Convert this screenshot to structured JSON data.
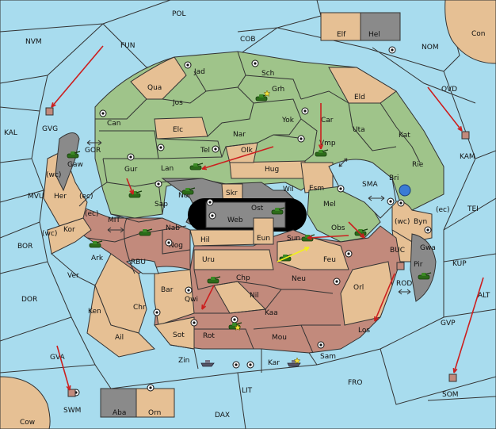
{
  "map": {
    "provinces": [
      {
        "id": "pol",
        "label": "POL"
      },
      {
        "id": "nvm",
        "label": "NVM"
      },
      {
        "id": "fun",
        "label": "FUN"
      },
      {
        "id": "cob",
        "label": "COB"
      },
      {
        "id": "elf",
        "label": "Elf"
      },
      {
        "id": "hel",
        "label": "Hel"
      },
      {
        "id": "con",
        "label": "Con"
      },
      {
        "id": "nom",
        "label": "NOM"
      },
      {
        "id": "ovd",
        "label": "OVD"
      },
      {
        "id": "kal",
        "label": "KAL"
      },
      {
        "id": "gvg",
        "label": "GVG"
      },
      {
        "id": "kam",
        "label": "KAM"
      },
      {
        "id": "gor",
        "label": "GOR"
      },
      {
        "id": "gaw",
        "label": "Gaw"
      },
      {
        "id": "mvu",
        "label": "MVU"
      },
      {
        "id": "her",
        "label": "Her"
      },
      {
        "id": "kor",
        "label": "Kor"
      },
      {
        "id": "bor",
        "label": "BOR"
      },
      {
        "id": "mit",
        "label": "MIT"
      },
      {
        "id": "ark",
        "label": "Ark"
      },
      {
        "id": "ver",
        "label": "Ver"
      },
      {
        "id": "dor",
        "label": "DOR"
      },
      {
        "id": "rbu",
        "label": "RBU"
      },
      {
        "id": "ken",
        "label": "Ken"
      },
      {
        "id": "ail",
        "label": "Ail"
      },
      {
        "id": "gva",
        "label": "GVA"
      },
      {
        "id": "swm",
        "label": "SWM"
      },
      {
        "id": "cow",
        "label": "Cow"
      },
      {
        "id": "aba",
        "label": "Aba"
      },
      {
        "id": "orn",
        "label": "Orn"
      },
      {
        "id": "dax",
        "label": "DAX"
      },
      {
        "id": "lit",
        "label": "LIT"
      },
      {
        "id": "fro",
        "label": "FRO"
      },
      {
        "id": "som",
        "label": "SOM"
      },
      {
        "id": "gvp",
        "label": "GVP"
      },
      {
        "id": "alt",
        "label": "ALT"
      },
      {
        "id": "kup",
        "label": "KUP"
      },
      {
        "id": "tei",
        "label": "TEI"
      },
      {
        "id": "buc",
        "label": "BUC"
      },
      {
        "id": "rod",
        "label": "ROD"
      },
      {
        "id": "pir",
        "label": "Pir"
      },
      {
        "id": "gwa",
        "label": "Gwa"
      },
      {
        "id": "byn",
        "label": "Byn"
      },
      {
        "id": "sma",
        "label": "SMA"
      },
      {
        "id": "bri",
        "label": "Bri"
      },
      {
        "id": "rie",
        "label": "Rie"
      },
      {
        "id": "kat",
        "label": "Kat"
      },
      {
        "id": "uta",
        "label": "Uta"
      },
      {
        "id": "eld",
        "label": "Eld"
      },
      {
        "id": "car",
        "label": "Car"
      },
      {
        "id": "vmp",
        "label": "Vmp"
      },
      {
        "id": "yok",
        "label": "Yok"
      },
      {
        "id": "grh",
        "label": "Grh"
      },
      {
        "id": "sch",
        "label": "Sch"
      },
      {
        "id": "jad",
        "label": "Jad"
      },
      {
        "id": "qua",
        "label": "Qua"
      },
      {
        "id": "jos",
        "label": "Jos"
      },
      {
        "id": "can",
        "label": "Can"
      },
      {
        "id": "elc",
        "label": "Elc"
      },
      {
        "id": "nar",
        "label": "Nar"
      },
      {
        "id": "olk",
        "label": "Olk"
      },
      {
        "id": "tel",
        "label": "Tel"
      },
      {
        "id": "lan",
        "label": "Lan"
      },
      {
        "id": "gur",
        "label": "Gur"
      },
      {
        "id": "hug",
        "label": "Hug"
      },
      {
        "id": "wil",
        "label": "Wil"
      },
      {
        "id": "esm",
        "label": "Esm"
      },
      {
        "id": "nor",
        "label": "Nor"
      },
      {
        "id": "sap",
        "label": "Sap"
      },
      {
        "id": "skr",
        "label": "Skr"
      },
      {
        "id": "ost",
        "label": "Ost"
      },
      {
        "id": "web",
        "label": "Web"
      },
      {
        "id": "mel",
        "label": "Mel"
      },
      {
        "id": "obs",
        "label": "Obs"
      },
      {
        "id": "nab",
        "label": "Nab"
      },
      {
        "id": "hil",
        "label": "Hil"
      },
      {
        "id": "eun",
        "label": "Eun"
      },
      {
        "id": "sun",
        "label": "Sun"
      },
      {
        "id": "nog",
        "label": "Nog"
      },
      {
        "id": "uru",
        "label": "Uru"
      },
      {
        "id": "feu",
        "label": "Feu"
      },
      {
        "id": "bar",
        "label": "Bar"
      },
      {
        "id": "qwi",
        "label": "Qwi"
      },
      {
        "id": "chp",
        "label": "Chp"
      },
      {
        "id": "neu",
        "label": "Neu"
      },
      {
        "id": "orl",
        "label": "Orl"
      },
      {
        "id": "nil",
        "label": "Nil"
      },
      {
        "id": "chr",
        "label": "Chr"
      },
      {
        "id": "kaa",
        "label": "Kaa"
      },
      {
        "id": "sot",
        "label": "Sot"
      },
      {
        "id": "rot",
        "label": "Rot"
      },
      {
        "id": "mou",
        "label": "Mou"
      },
      {
        "id": "los",
        "label": "Los"
      },
      {
        "id": "zin",
        "label": "Zin"
      },
      {
        "id": "kar",
        "label": "Kar"
      },
      {
        "id": "sam",
        "label": "Sam"
      }
    ],
    "coast_labels": [
      "(wc)",
      "(ec)",
      "(ec)",
      "(wc)",
      "(wc)",
      "(ec)"
    ],
    "colors": {
      "green": "#9fc48a",
      "red": "#c28a7c",
      "tan": "#e6c094",
      "gray": "#8a8a8a",
      "sea": "#a8dcee",
      "arrow": "#cc1f1f",
      "support": "#f2f21a"
    },
    "icons": [
      "army-icon",
      "fleet-icon",
      "supply-center-icon",
      "star-icon",
      "convoy-arrow-icon",
      "move-arrow-icon"
    ]
  }
}
